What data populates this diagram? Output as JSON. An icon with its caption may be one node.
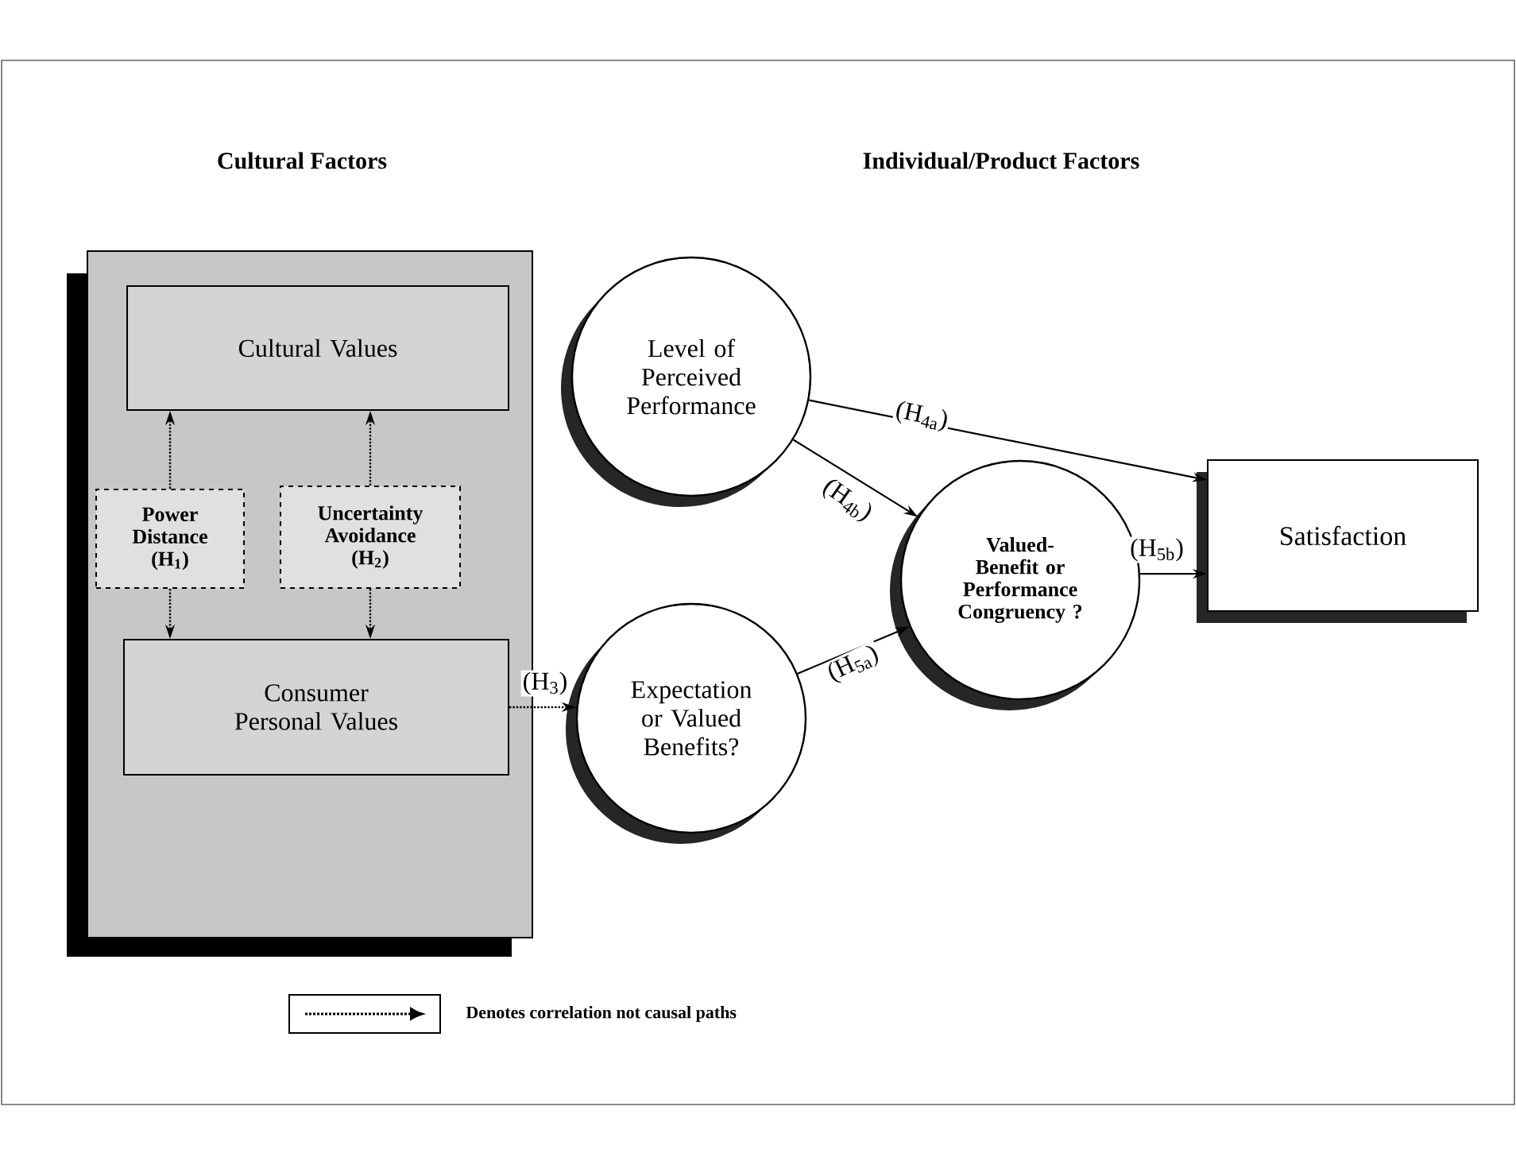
{
  "diagram": {
    "nodes": [
      {
        "text": [
          "Cultural Factors"
        ]
      },
      {
        "text": [
          "Cultural Values"
        ],
        "in": 0
      },
      {
        "text": [
          "Power Distance",
          "(H$_{1}$)"
        ],
        "in": 0
      },
      {
        "text": [
          "Uncertainty Avoidance",
          "(H$_{2}$)"
        ],
        "in": 0
      },
      {
        "text": [
          "Consumer Personal Values"
        ],
        "in": 0
      },
      {
        "text": [
          "Level of Perceived Performance"
        ]
      },
      {
        "text": [
          "Expectation or Valued Benefits?"
        ]
      },
      {
        "text": [
          "Valued- Benefit or Performance Congruency ?"
        ]
      },
      {
        "text": [
          "Satisfaction"
        ]
      }
    ],
    "edges": [
      {
        "from": 2,
        "to": 1,
        "arrow": "to",
        "style": "dashed"
      },
      {
        "from": 2,
        "to": 4,
        "arrow": "to",
        "style": "dashed"
      },
      {
        "from": 3,
        "to": 1,
        "arrow": "to",
        "style": "dashed"
      },
      {
        "from": 3,
        "to": 4,
        "arrow": "to",
        "style": "dashed"
      },
      {
        "from": 4,
        "to": 6,
        "arrow": "to",
        "style": "dashed",
        "label": "(H$_{3}$)"
      },
      {
        "from": 5,
        "to": 8,
        "arrow": "to",
        "label": "(H$_{4a}$)"
      },
      {
        "from": 5,
        "to": 7,
        "arrow": "to",
        "label": "(H$_{4b}$)"
      },
      {
        "from": 6,
        "to": 7,
        "arrow": "to",
        "label": "(H$_{5a}$)"
      },
      {
        "from": 7,
        "to": 8,
        "arrow": "to",
        "label": "(H$_{5b}$)"
      }
    ],
    "labels": [
      "Individual/Product Factors"
    ],
    "legend": [
      {
        "text": "Denotes correlation not causal paths"
      }
    ]
  }
}
